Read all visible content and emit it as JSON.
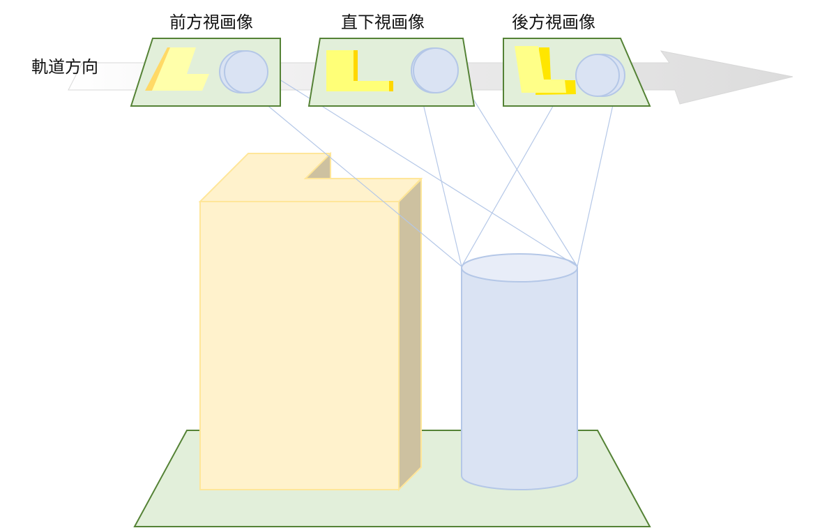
{
  "orbit_label": "軌道方向",
  "views": [
    {
      "label": "前方視画像"
    },
    {
      "label": "直下視画像"
    },
    {
      "label": "後方視画像"
    }
  ],
  "colors": {
    "panel_fill": "#e2efda",
    "panel_stroke": "#548235",
    "building_fill": "#fff2cc",
    "building_side": "#cdc1a0",
    "cylinder_fill": "#dae3f3",
    "cylinder_stroke": "#b4c7e7",
    "l_shape": "#ffff88",
    "l_shadow": "#ffd966"
  }
}
